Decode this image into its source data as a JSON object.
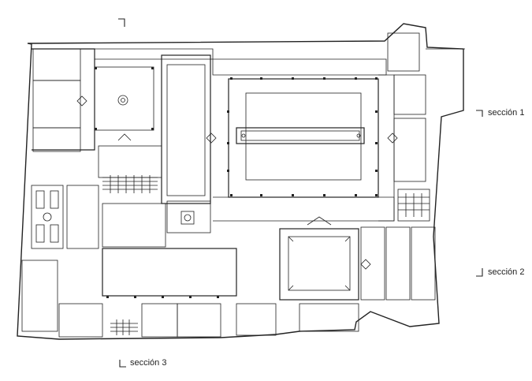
{
  "sections": [
    {
      "id": "s1",
      "label": "sección 1"
    },
    {
      "id": "s2",
      "label": "sección 2"
    },
    {
      "id": "s3",
      "label": "sección 3"
    }
  ],
  "colors": {
    "line": "#222222",
    "background": "#ffffff"
  }
}
